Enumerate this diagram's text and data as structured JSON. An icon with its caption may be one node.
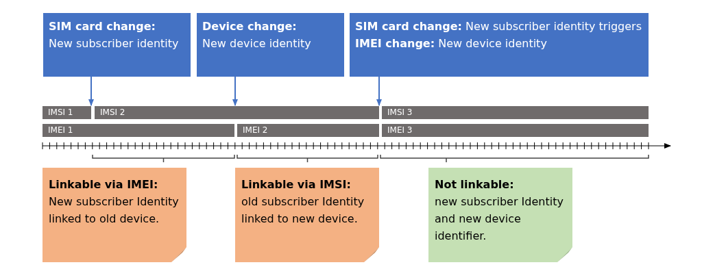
{
  "diagram": {
    "nodes": [
      {
        "text": [
          "SIM card change:",
          "New subscriber identity"
        ]
      },
      {
        "text": [
          "Device change:",
          "New device identity"
        ]
      },
      {
        "text": [
          "**SIM card change:** New subscriber identity triggers",
          "**IMEI change:** New device identity"
        ]
      },
      {
        "text": [
          "IMSI 1"
        ]
      },
      {
        "text": [
          "IMSI 2"
        ]
      },
      {
        "text": [
          "IMSI 3"
        ]
      },
      {
        "text": [
          "IMEI 1"
        ]
      },
      {
        "text": [
          "IMEI 2"
        ]
      },
      {
        "text": [
          "IMEI 3"
        ]
      },
      {
        "text": [
          "Linkable via IMEI:",
          "New subscriber Identity linked to old device."
        ]
      },
      {
        "text": [
          "Linkable via IMSI:",
          "old subscriber Identity linked to new device."
        ]
      },
      {
        "text": [
          "Not linkable:",
          "new subscriber Identity and new device identifier."
        ]
      }
    ],
    "edges": [
      {
        "from": 0,
        "to": 4,
        "arrow": "to"
      },
      {
        "from": 1,
        "to": 4,
        "arrow": "to"
      },
      {
        "from": 2,
        "to": 5,
        "arrow": "to"
      }
    ]
  }
}
